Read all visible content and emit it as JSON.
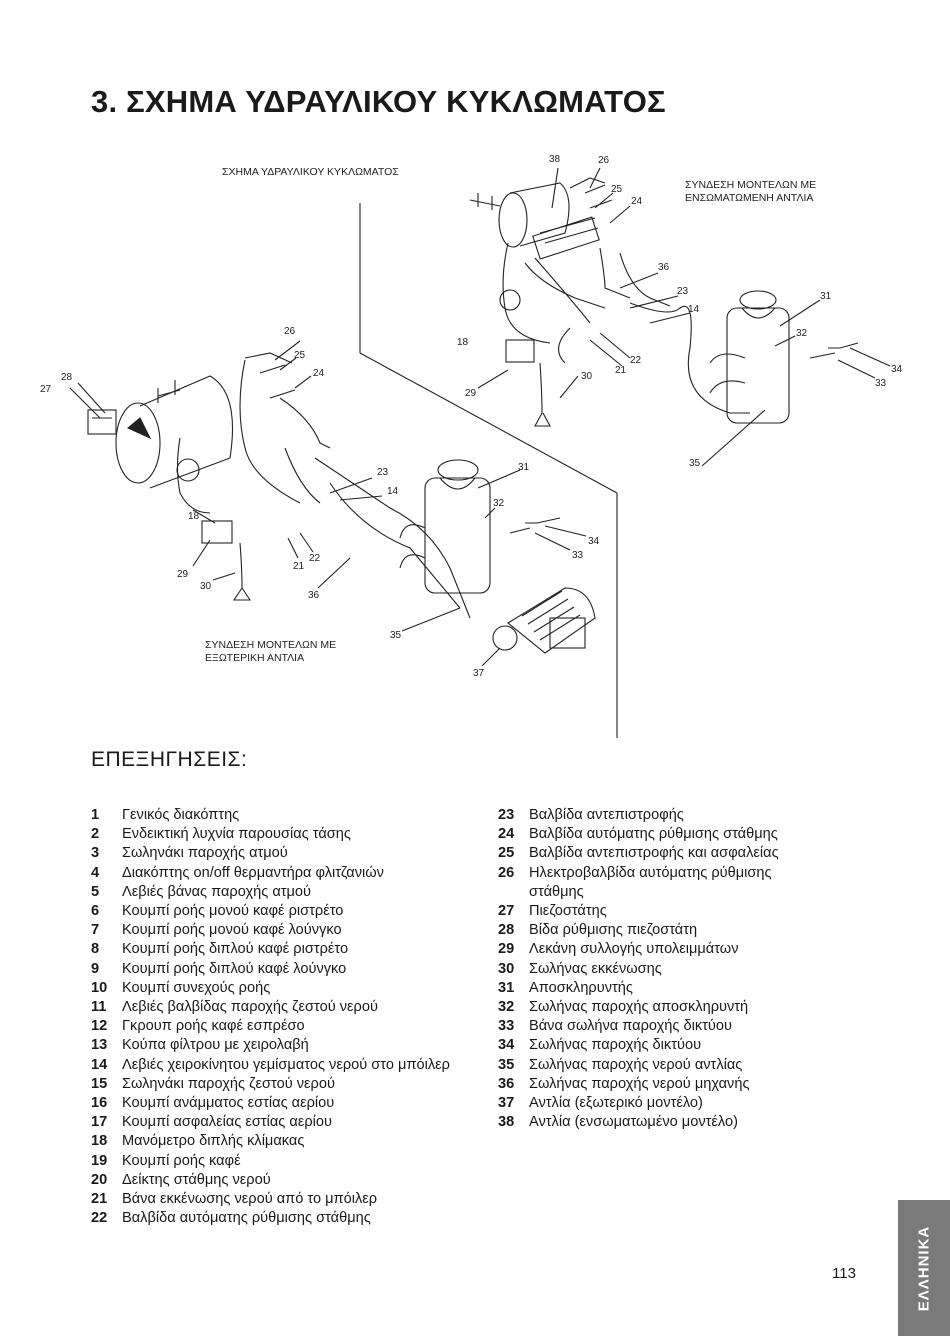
{
  "page": {
    "title": "3. ΣΧΗΜΑ ΥΔΡΑΥΛΙΚΟΥ ΚΥΚΛΩΜΑΤΟΣ",
    "page_number": "113",
    "language_tab": "ΕΛΛΗΝΙΚΑ"
  },
  "diagram": {
    "caption_top": "ΣΧΗΜΑ ΥΔΡΑΥΛΙΚΟΥ ΚΥΚΛΩΜΑΤΟΣ",
    "caption_internal_1": "ΣΥΝΔΕΣΗ ΜΟΝΤΕΛΩΝ ΜΕ",
    "caption_internal_2": "ΕΝΣΩΜΑΤΩΜΕΝΗ ΑΝΤΛΙΑ",
    "caption_external_1": "ΣΥΝΔΕΣΗ ΜΟΝΤΕΛΩΝ ΜΕ",
    "caption_external_2": "ΕΞΩΤΕΡΙΚΗ ΑΝΤΛΙΑ",
    "callouts_internal": [
      "38",
      "26",
      "25",
      "24",
      "36",
      "23",
      "14",
      "31",
      "32",
      "34",
      "33",
      "18",
      "29",
      "30",
      "21",
      "22",
      "35"
    ],
    "callouts_external": [
      "26",
      "25",
      "24",
      "27",
      "28",
      "23",
      "14",
      "31",
      "32",
      "34",
      "33",
      "18",
      "29",
      "30",
      "21",
      "22",
      "36",
      "35",
      "37"
    ]
  },
  "legend": {
    "heading": "ΕΠΕΞΗΓΗΣΕΙΣ:",
    "left": [
      {
        "num": "1",
        "text": "Γενικός διακόπτης"
      },
      {
        "num": "2",
        "text": "Ενδεικτική λυχνία παρουσίας τάσης"
      },
      {
        "num": "3",
        "text": "Σωληνάκι παροχής ατμού"
      },
      {
        "num": "4",
        "text": "Διακόπτης  on/off θερμαντήρα φλιτζανιών"
      },
      {
        "num": "5",
        "text": "Λεβιές βάνας παροχής ατμού"
      },
      {
        "num": "6",
        "text": "Κουμπί ροής μονού καφέ ριστρέτο"
      },
      {
        "num": "7",
        "text": "Κουμπί ροής μονού καφέ λούνγκο"
      },
      {
        "num": "8",
        "text": "Κουμπί ροής διπλού  καφέ ριστρέτο"
      },
      {
        "num": "9",
        "text": "Κουμπί ροής διπλού καφέ λούνγκο"
      },
      {
        "num": "10",
        "text": "Κουμπί συνεχούς ροής"
      },
      {
        "num": "11",
        "text": "Λεβιές βαλβίδας παροχής ζεστού νερού"
      },
      {
        "num": "12",
        "text": "Γκρουπ ροής καφέ εσπρέσο"
      },
      {
        "num": "13",
        "text": "Κούπα φίλτρου με χειρολαβή"
      },
      {
        "num": "14",
        "text": "Λεβιές χειροκίνητου γεμίσματος νερού στο μπόιλερ"
      },
      {
        "num": "15",
        "text": "Σωληνάκι παροχής ζεστού νερού"
      },
      {
        "num": "16",
        "text": "Κουμπί ανάμματος εστίας αερίου"
      },
      {
        "num": "17",
        "text": "Κουμπί ασφαλείας εστίας αερίου"
      },
      {
        "num": "18",
        "text": "Μανόμετρο διπλής κλίμακας"
      },
      {
        "num": "19",
        "text": "Κουμπί ροής καφέ"
      },
      {
        "num": "20",
        "text": "Δείκτης στάθμης νερού"
      },
      {
        "num": "21",
        "text": "Βάνα εκκένωσης νερού από το μπόιλερ"
      },
      {
        "num": "22",
        "text": "Βαλβίδα αυτόματης ρύθμισης στάθμης"
      }
    ],
    "right": [
      {
        "num": "23",
        "text": "Βαλβίδα αντεπιστροφής"
      },
      {
        "num": "24",
        "text": "Βαλβίδα αυτόματης ρύθμισης στάθμης"
      },
      {
        "num": "25",
        "text": "Βαλβίδα αντεπιστροφής και ασφαλείας"
      },
      {
        "num": "26",
        "text": "Ηλεκτροβαλβίδα αυτόματης ρύθμισης στάθμης"
      },
      {
        "num": "27",
        "text": "Πιεζοστάτης"
      },
      {
        "num": "28",
        "text": "Βίδα ρύθμισης πιεζοστάτη"
      },
      {
        "num": "29",
        "text": "Λεκάνη συλλογής υπολειμμάτων"
      },
      {
        "num": "30",
        "text": "Σωλήνας εκκένωσης"
      },
      {
        "num": "31",
        "text": "Αποσκληρυντής"
      },
      {
        "num": "32",
        "text": "Σωλήνας παροχής αποσκληρυντή"
      },
      {
        "num": "33",
        "text": "Βάνα σωλήνα παροχής δικτύου"
      },
      {
        "num": "34",
        "text": "Σωλήνας παροχής δικτύου"
      },
      {
        "num": "35",
        "text": "Σωλήνας παροχής νερού αντλίας"
      },
      {
        "num": "36",
        "text": "Σωλήνας παροχής νερού μηχανής"
      },
      {
        "num": "37",
        "text": "Αντλία (εξωτερικό μοντέλο)"
      },
      {
        "num": "38",
        "text": "Αντλία (ενσωματωμένο μοντέλο)"
      }
    ]
  }
}
